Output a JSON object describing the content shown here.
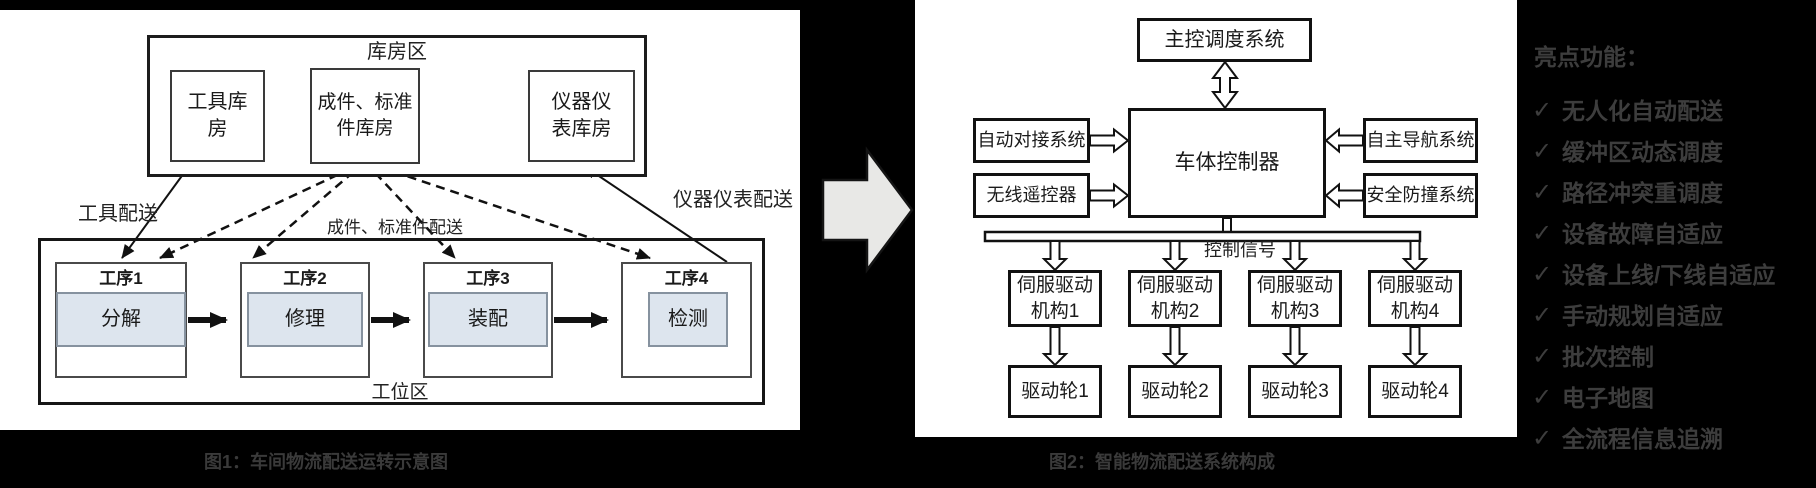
{
  "fig1": {
    "caption": "图1：车间物流配送运转示意图",
    "warehouse_zone_label": "库房区",
    "warehouses": [
      {
        "label": "工具库房"
      },
      {
        "label": "成件、标准件库房"
      },
      {
        "label": "仪器仪表库房"
      }
    ],
    "flow_labels": {
      "tools": "工具配送",
      "parts": "成件、标准件配送",
      "instruments": "仪器仪表配送"
    },
    "station_zone_label": "工位区",
    "stations": [
      {
        "title": "工序1",
        "task": "分解"
      },
      {
        "title": "工序2",
        "task": "修理"
      },
      {
        "title": "工序3",
        "task": "装配"
      },
      {
        "title": "工序4",
        "task": "检测"
      }
    ]
  },
  "fig2": {
    "caption": "图2：智能物流配送系统构成",
    "master": "主控调度系统",
    "controller": "车体控制器",
    "left_inputs": [
      {
        "label": "自动对接系统"
      },
      {
        "label": "无线遥控器"
      }
    ],
    "right_inputs": [
      {
        "label": "自主导航系统"
      },
      {
        "label": "安全防撞系统"
      }
    ],
    "bus_label": "控制信号",
    "servos": [
      {
        "label": "伺服驱动机构1"
      },
      {
        "label": "伺服驱动机构2"
      },
      {
        "label": "伺服驱动机构3"
      },
      {
        "label": "伺服驱动机构4"
      }
    ],
    "wheels": [
      {
        "label": "驱动轮1"
      },
      {
        "label": "驱动轮2"
      },
      {
        "label": "驱动轮3"
      },
      {
        "label": "驱动轮4"
      }
    ]
  },
  "highlights": {
    "title": "亮点功能：",
    "check_glyph": "✓",
    "items": [
      "无人化自动配送",
      "缓冲区动态调度",
      "路径冲突重调度",
      "设备故障自适应",
      "设备上线/下线自适应",
      "手动规划自适应",
      "批次控制",
      "电子地图",
      "全流程信息追溯"
    ]
  },
  "colors": {
    "task_fill": "#dde5ee",
    "big_arrow_fill": "#e8e8e6",
    "sidebar_text": "#3d3d3d",
    "background": "#000000"
  }
}
